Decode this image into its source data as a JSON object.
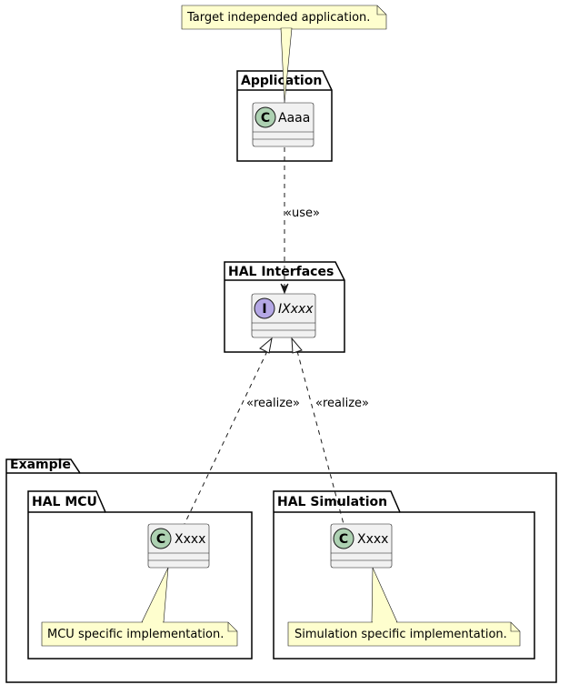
{
  "packages": {
    "application": {
      "title": "Application"
    },
    "hal_interfaces": {
      "title": "HAL Interfaces"
    },
    "example": {
      "title": "Example"
    },
    "hal_mcu": {
      "title": "HAL MCU"
    },
    "hal_simulation": {
      "title": "HAL Simulation"
    }
  },
  "classes": {
    "aaaa": {
      "name": "Aaaa",
      "stereotype": "C",
      "color": "#ADD1B2"
    },
    "ixxxx": {
      "name": "IXxxx",
      "stereotype": "I",
      "color": "#B4A7E5"
    },
    "xxxx_mcu": {
      "name": "Xxxx",
      "stereotype": "C",
      "color": "#ADD1B2"
    },
    "xxxx_sim": {
      "name": "Xxxx",
      "stereotype": "C",
      "color": "#ADD1B2"
    }
  },
  "notes": {
    "app_note": "Target independed application.",
    "mcu_note": "MCU specific implementation.",
    "sim_note": "Simulation specific implementation."
  },
  "edges": {
    "use_label": "«use»",
    "realize_mcu_label": "«realize»",
    "realize_sim_label": "«realize»"
  },
  "colors": {
    "note_fill": "#FEFECE",
    "class_fill": "#F1F1F1",
    "border": "#181818"
  }
}
